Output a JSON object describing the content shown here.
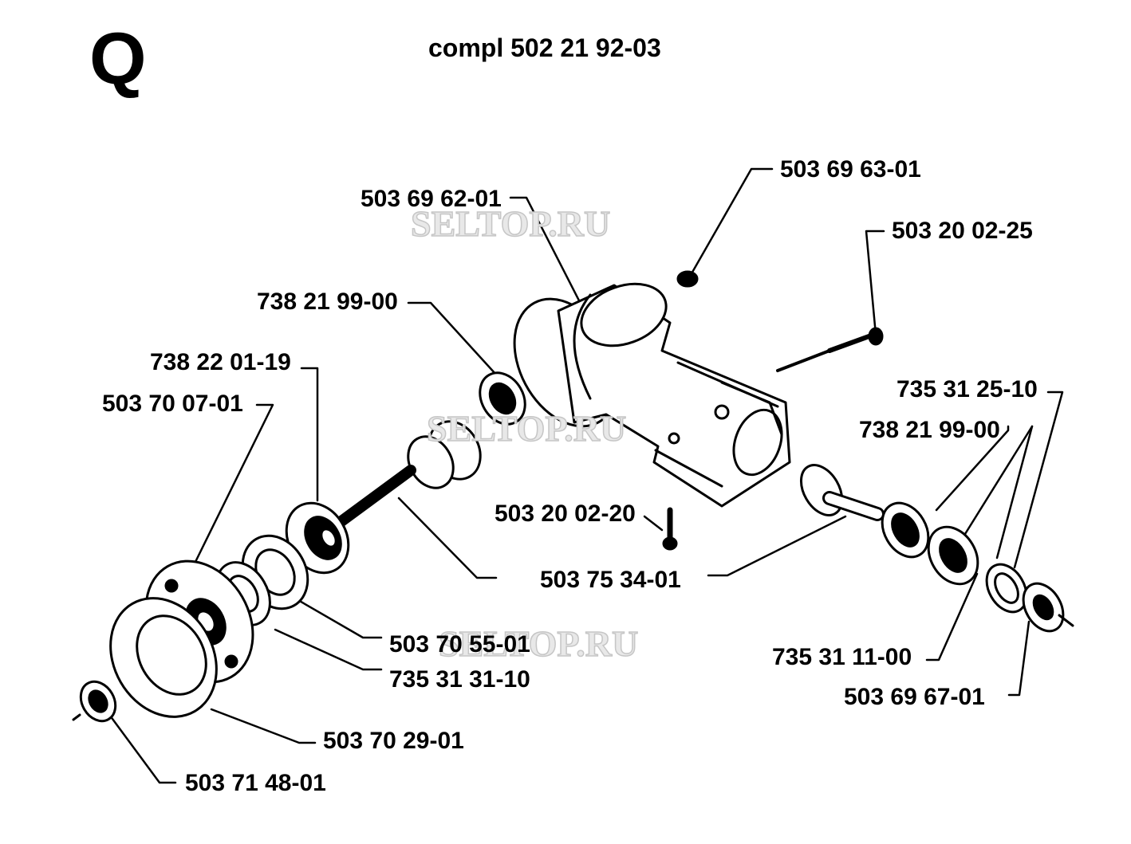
{
  "section_letter": "Q",
  "assembly_title": "compl 502 21 92-03",
  "watermark": "SELTOP.RU",
  "labels": {
    "p_503_69_63_01": "503 69 63-01",
    "p_503_69_62_01": "503 69 62-01",
    "p_503_20_02_25": "503 20 02-25",
    "p_738_21_99_00_a": "738 21 99-00",
    "p_738_22_01_19": "738 22 01-19",
    "p_503_70_07_01": "503 70 07-01",
    "p_735_31_25_10": "735 31 25-10",
    "p_738_21_99_00_b": "738 21 99-00",
    "p_503_20_02_20": "503 20 02-20",
    "p_503_75_34_01": "503 75 34-01",
    "p_503_70_55_01": "503 70 55-01",
    "p_735_31_31_10": "735 31 31-10",
    "p_735_31_11_00": "735 31 11-00",
    "p_503_69_67_01": "503 69 67-01",
    "p_503_70_29_01": "503 70 29-01",
    "p_503_71_48_01": "503 71 48-01"
  },
  "colors": {
    "ink": "#000000",
    "paper": "#ffffff",
    "watermark": "#c6c6c6"
  }
}
